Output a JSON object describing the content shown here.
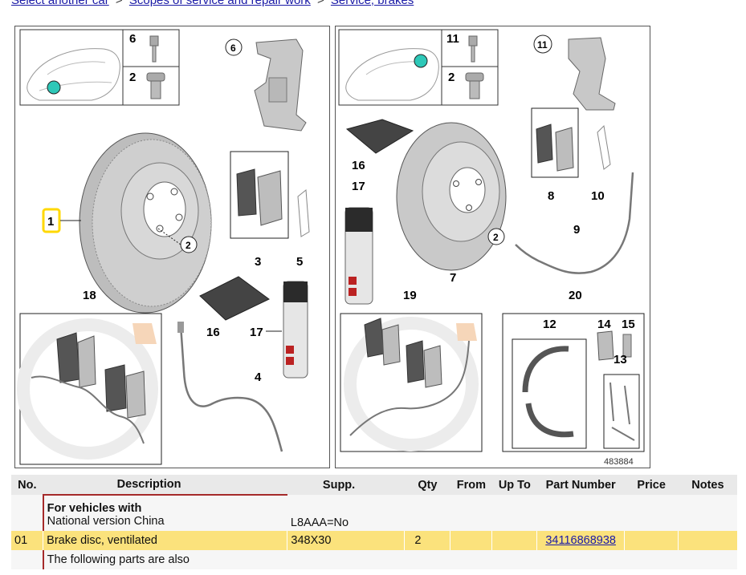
{
  "breadcrumb": {
    "item1": "Select another car",
    "item2": "Scopes of service and repair work",
    "item3": "Service, brakes",
    "separator": ">"
  },
  "diagram": {
    "callouts_left": [
      "6",
      "2",
      "6",
      "1",
      "2",
      "3",
      "5",
      "18",
      "16",
      "17",
      "4"
    ],
    "callouts_right": [
      "11",
      "2",
      "11",
      "16",
      "17",
      "7",
      "2",
      "8",
      "10",
      "9",
      "19",
      "20",
      "12",
      "14",
      "15",
      "13"
    ],
    "reference_number": "483884",
    "highlight_color": "#ffd800",
    "marker_color": "#2ec8b8"
  },
  "table": {
    "headers": {
      "no": "No.",
      "description": "Description",
      "supp": "Supp.",
      "qty": "Qty",
      "from": "From",
      "upto": "Up To",
      "part_number": "Part Number",
      "price": "Price",
      "notes": "Notes"
    },
    "info_row": {
      "title": "For vehicles with",
      "text": "National version China",
      "supp": "L8AAA=No"
    },
    "part_row": {
      "no": "01",
      "description": "Brake disc, ventilated",
      "supp": "348X30",
      "qty": "2",
      "part_number": "34116868938"
    },
    "note_row": {
      "text": "The following parts are also"
    }
  }
}
